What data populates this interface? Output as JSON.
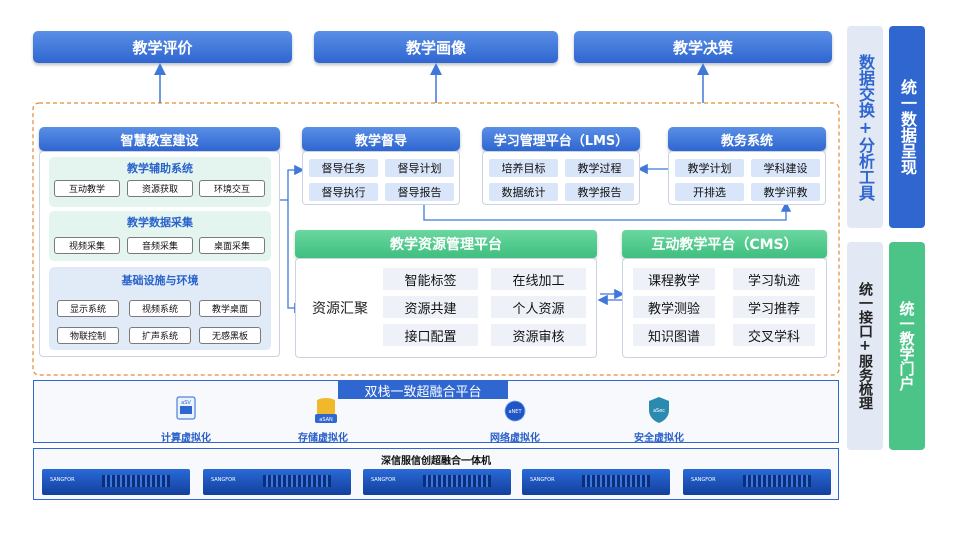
{
  "top": {
    "evaluation": "教学评价",
    "portrait": "教学画像",
    "decision": "教学决策"
  },
  "smart_classroom": {
    "title": "智慧教室建设",
    "groups": [
      {
        "title": "教学辅助系统",
        "items": [
          "互动教学",
          "资源获取",
          "环境交互"
        ]
      },
      {
        "title": "教学数据采集",
        "items": [
          "视频采集",
          "音频采集",
          "桌面采集"
        ]
      },
      {
        "title": "基础设施与环境",
        "items": [
          "显示系统",
          "视频系统",
          "教学桌面",
          "物联控制",
          "扩声系统",
          "无感黑板"
        ]
      }
    ]
  },
  "supervision": {
    "title": "教学督导",
    "items": [
      "督导任务",
      "督导计划",
      "督导执行",
      "督导报告"
    ]
  },
  "lms": {
    "title": "学习管理平台（LMS）",
    "items": [
      "培养目标",
      "教学过程",
      "数据统计",
      "教学报告"
    ]
  },
  "academic": {
    "title": "教务系统",
    "items": [
      "教学计划",
      "学科建设",
      "开排选",
      "教学评教"
    ]
  },
  "resource_platform": {
    "title": "教学资源管理平台",
    "left": "资源汇聚",
    "items": [
      "智能标签",
      "在线加工",
      "资源共建",
      "个人资源",
      "接口配置",
      "资源审核"
    ]
  },
  "cms": {
    "title": "互动教学平台（CMS）",
    "items": [
      "课程教学",
      "学习轨迹",
      "教学测验",
      "学习推荐",
      "知识图谱",
      "交叉学科"
    ]
  },
  "hci": {
    "title": "双栈一致超融合平台",
    "items": [
      {
        "label": "计算虚拟化",
        "icon": "aSV"
      },
      {
        "label": "存储虚拟化",
        "icon": "aSAN"
      },
      {
        "label": "网络虚拟化",
        "icon": "aNET"
      },
      {
        "label": "安全虚拟化",
        "icon": "aSec"
      }
    ]
  },
  "appliance": {
    "title": "深信服信创超融合一体机",
    "brand": "SANGFOR"
  },
  "right": {
    "exchange": "数据交换+分析工具",
    "data_present": "统一数据呈现",
    "interface": "统一接口+服务梳理",
    "portal": "统一教学门户"
  },
  "colors": {
    "blue": "#2f66d0",
    "green": "#3fbf7f",
    "dash": "#e08a3c",
    "arrow": "#3f78d8"
  }
}
